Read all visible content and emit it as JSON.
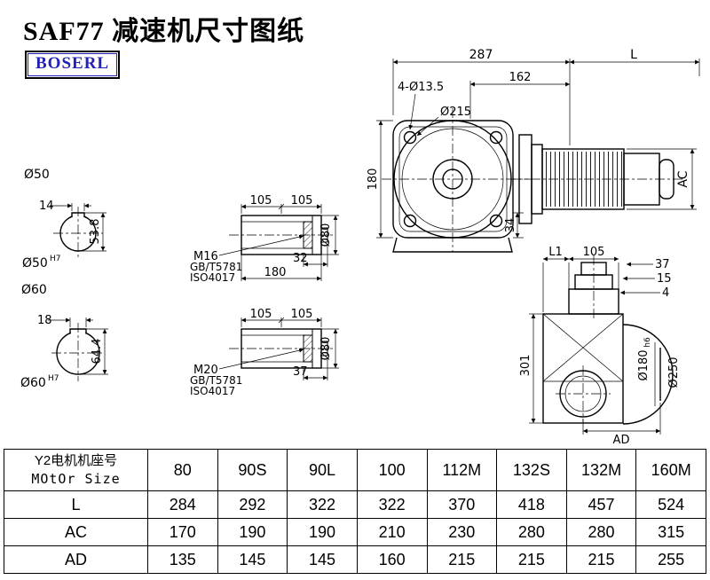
{
  "page": {
    "title": "SAF77 减速机尺寸图纸",
    "brand": "BOSERL"
  },
  "main_view": {
    "dim_287": "287",
    "dim_L": "L",
    "bolt_holes": "4-Ø13.5",
    "dim_162": "162",
    "flange_dia": "Ø215",
    "dim_180": "180",
    "dim_34": "34",
    "dim_AC": "AC"
  },
  "section_50": {
    "dia": "Ø50",
    "key_width": "14",
    "key_height": "53.8",
    "bore": "Ø50",
    "tol": "H7"
  },
  "section_60": {
    "dia": "Ø60",
    "key_width": "18",
    "key_height": "64.4",
    "bore": "Ø60",
    "tol": "H7"
  },
  "shaft_m16": {
    "dim_105_a": "105",
    "dim_105_b": "105",
    "thread": "M16",
    "std_gb": "GB/T5781",
    "std_iso": "ISO4017",
    "dim_32": "32",
    "dim_180": "180",
    "dia": "Ø80"
  },
  "shaft_m20": {
    "dim_105_a": "105",
    "dim_105_b": "105",
    "thread": "M20",
    "std_gb": "GB/T5781",
    "std_iso": "ISO4017",
    "dim_37": "37",
    "dia": "Ø80"
  },
  "side_view": {
    "dim_L1": "L1",
    "dim_105": "105",
    "dim_37": "37",
    "dim_15": "15",
    "dim_4": "4",
    "dim_301": "301",
    "spigot_dia": "Ø180",
    "spigot_tol": "h6",
    "flange_dia": "Ø250",
    "dim_AD": "AD"
  },
  "table": {
    "col0_line1": "Y2电机机座号",
    "col0_line2": "MOtOr Size",
    "sizes": [
      "80",
      "90S",
      "90L",
      "100",
      "112M",
      "132S",
      "132M",
      "160M"
    ],
    "rows": [
      {
        "label": "L",
        "values": [
          "284",
          "292",
          "322",
          "322",
          "370",
          "418",
          "457",
          "524"
        ]
      },
      {
        "label": "AC",
        "values": [
          "170",
          "190",
          "190",
          "210",
          "230",
          "280",
          "280",
          "315"
        ]
      },
      {
        "label": "AD",
        "values": [
          "135",
          "145",
          "145",
          "160",
          "215",
          "215",
          "215",
          "255"
        ]
      }
    ]
  }
}
